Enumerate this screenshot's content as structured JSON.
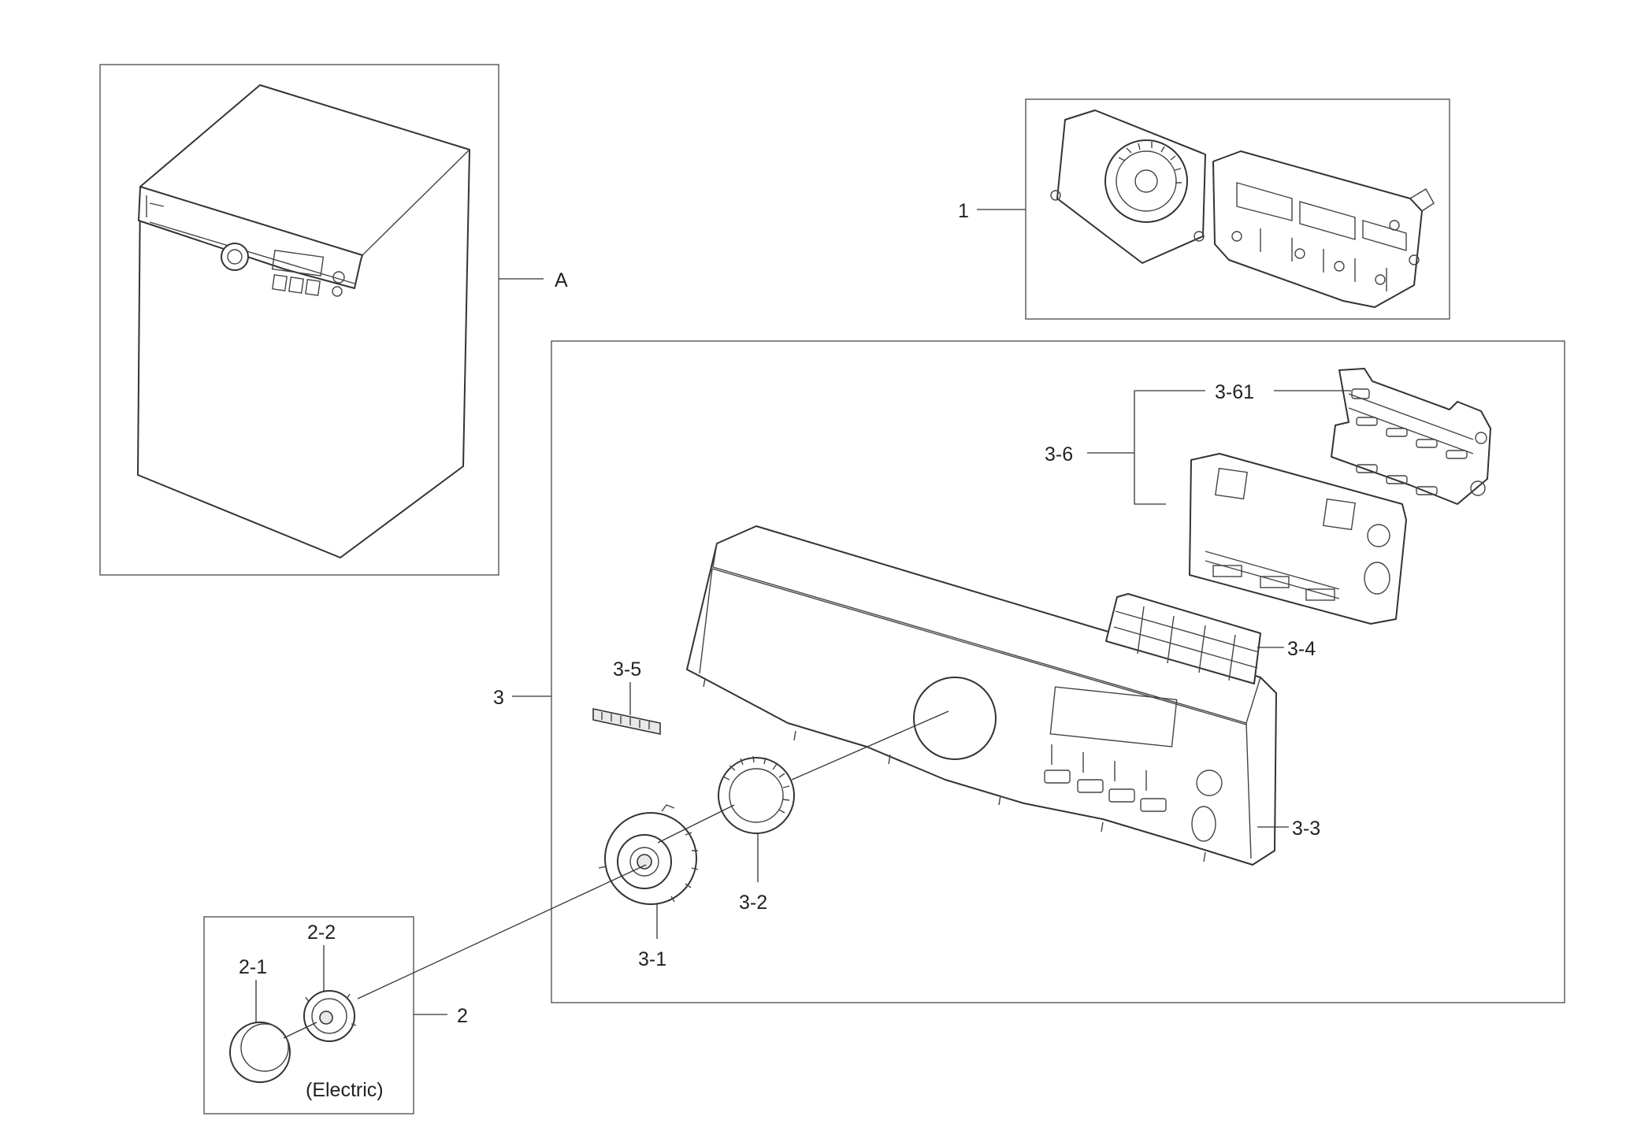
{
  "callouts": {
    "A": "A",
    "p1": "1",
    "p2": "2",
    "p2_1": "2-1",
    "p2_2": "2-2",
    "p3": "3",
    "p3_1": "3-1",
    "p3_2": "3-2",
    "p3_3": "3-3",
    "p3_4": "3-4",
    "p3_5": "3-5",
    "p3_6": "3-6",
    "p3_61": "3-61"
  },
  "notes": {
    "electric": "(Electric)"
  },
  "icons": {
    "assembly_a": "washer-cabinet-icon",
    "part_1": "control-board-pcb-icon",
    "part_2": "knob-assembly-icon",
    "part_3_1": "encoder-dial-icon",
    "part_3_2": "dial-ring-icon",
    "part_3_3": "control-panel-icon",
    "part_3_4": "button-key-strip-icon",
    "part_3_5": "brand-badge-icon",
    "part_3_6": "panel-frame-icon",
    "part_3_61": "bracket-icon"
  }
}
